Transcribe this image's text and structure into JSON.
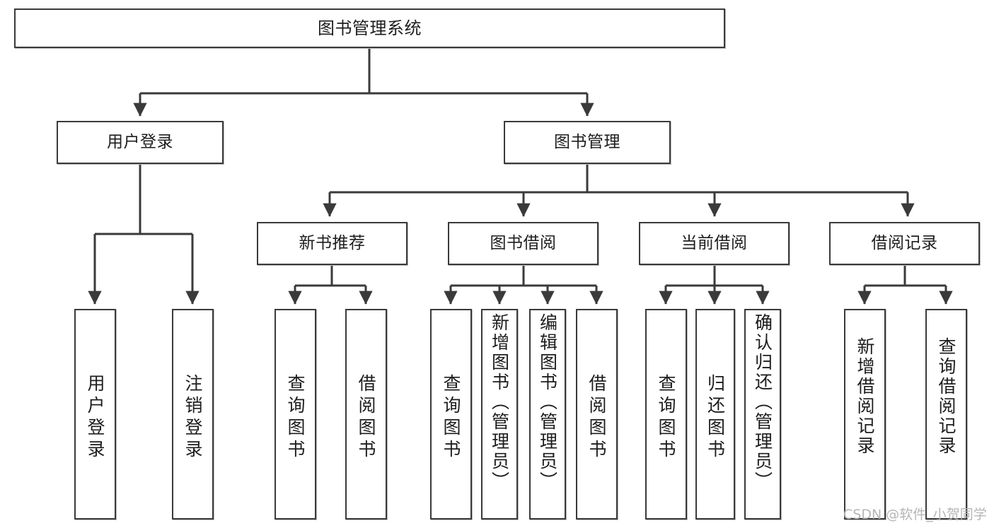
{
  "diagram": {
    "type": "tree-hierarchy-chart",
    "title": "图书管理系统",
    "line_color": "#3a3a3a",
    "box_border_color": "#3a3a3a",
    "box_fill_color": "#ffffff",
    "background_color": "#ffffff",
    "text_color": "#1d1d1d"
  },
  "root": {
    "label": "图书管理系统"
  },
  "level2": [
    {
      "id": "user-login",
      "label": "用户登录"
    },
    {
      "id": "book-management",
      "label": "图书管理"
    }
  ],
  "level3": [
    {
      "id": "new-book-recommend",
      "label": "新书推荐"
    },
    {
      "id": "book-borrow",
      "label": "图书借阅"
    },
    {
      "id": "current-borrow",
      "label": "当前借阅"
    },
    {
      "id": "borrow-record",
      "label": "借阅记录"
    }
  ],
  "leaves": {
    "user_login": [
      {
        "id": "leaf-user-login",
        "label": "用户登录"
      },
      {
        "id": "leaf-logout-login",
        "label": "注销登录"
      }
    ],
    "new_book_recommend": [
      {
        "id": "leaf-query-book-1",
        "label": "查询图书"
      },
      {
        "id": "leaf-borrow-book-1",
        "label": "借阅图书"
      }
    ],
    "book_borrow": [
      {
        "id": "leaf-query-book-2",
        "label": "查询图书"
      },
      {
        "id": "leaf-add-book",
        "label": "新增图书（管理员）"
      },
      {
        "id": "leaf-edit-book",
        "label": "编辑图书（管理员）"
      },
      {
        "id": "leaf-borrow-book-2",
        "label": "借阅图书"
      }
    ],
    "current_borrow": [
      {
        "id": "leaf-query-book-3",
        "label": "查询图书"
      },
      {
        "id": "leaf-return-book",
        "label": "归还图书"
      },
      {
        "id": "leaf-confirm-return",
        "label": "确认归还（管理员）"
      }
    ],
    "borrow_record": [
      {
        "id": "leaf-add-borrow-record",
        "label": "新增借阅记录"
      },
      {
        "id": "leaf-query-borrow-record",
        "label": "查询借阅记录"
      }
    ]
  },
  "watermark": {
    "text": "CSDN @软件_小贺同学"
  }
}
